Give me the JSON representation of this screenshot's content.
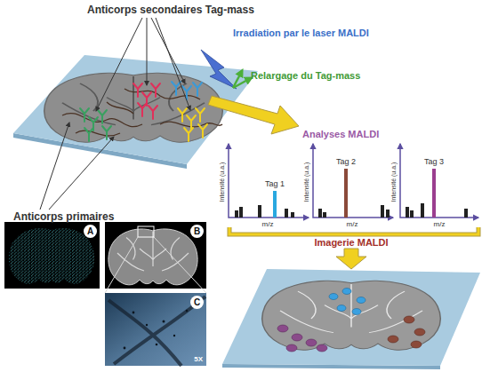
{
  "diagram": {
    "nodes": [
      {
        "text": [
          "A"
        ]
      },
      {
        "text": [
          "B"
        ]
      },
      {
        "text": [
          "C",
          "5X"
        ]
      }
    ],
    "edges": [
      {
        "from": 1,
        "to": 2,
        "arrow": "none"
      }
    ],
    "labels": [
      "Anticorps secondaires Tag-mass",
      "Irradiation par le laser MALDI",
      "Relargage du Tag-mass",
      "Analyses MALDI",
      "Intensité (u.a.)",
      "m/z",
      "Tag 1",
      "Intensité (u.a.)",
      "m/z",
      "Tag 2",
      "Intensité (u.a.)",
      "m/z",
      "Tag 3",
      "Imagerie MALDI",
      "Anticorps primaires"
    ]
  }
}
